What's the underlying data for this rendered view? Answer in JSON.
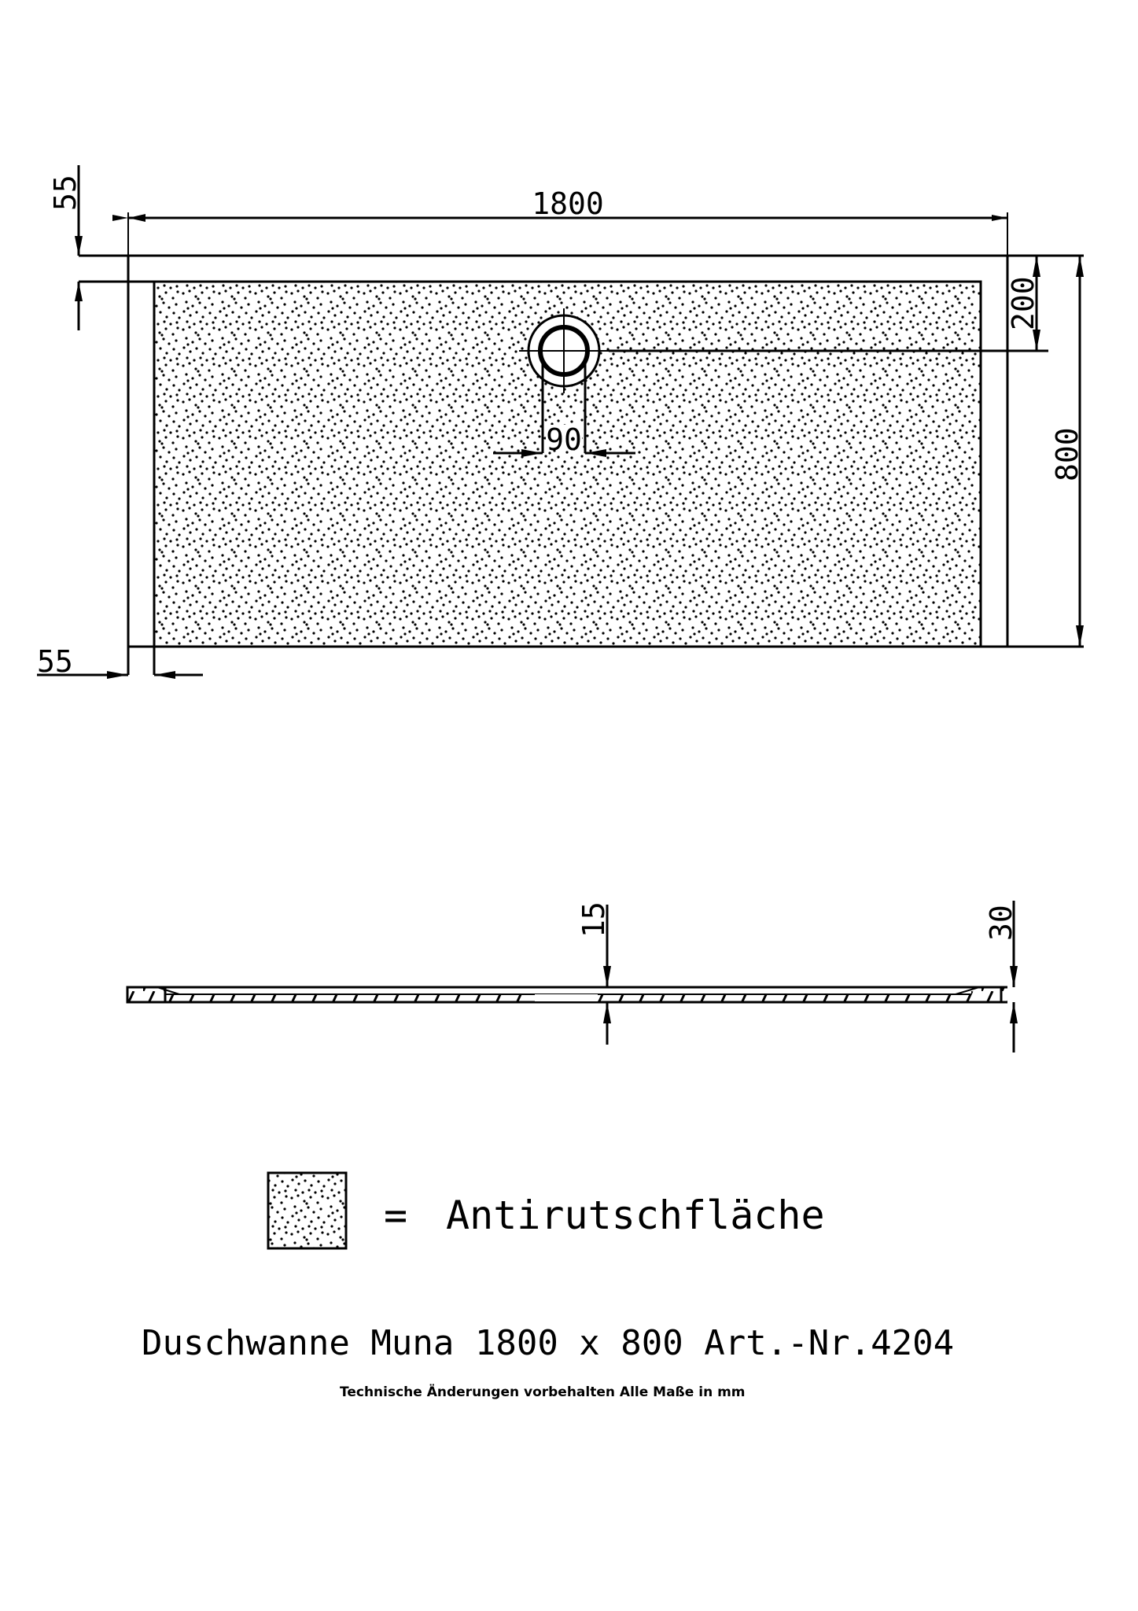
{
  "drawing": {
    "product_name": "Duschwanne Muna",
    "top_view": {
      "dimension_width": "1800",
      "dimension_depth": "800",
      "dimension_rim_top": "55",
      "dimension_rim_left": "55",
      "dimension_drain_offset": "200",
      "dimension_drain_diameter": "90"
    },
    "section_view": {
      "dimension_center_thickness": "15",
      "dimension_edge_height": "30"
    },
    "legend": {
      "symbol": "stipple-pattern",
      "equals": "=",
      "label": "Antirutschfläche"
    },
    "title_block": {
      "title": "Duschwanne Muna 1800 x 800 Art.-Nr.4204",
      "note": "Technische Änderungen vorbehalten  Alle Maße in mm"
    },
    "colors": {
      "line": "#000000",
      "background": "#ffffff"
    }
  }
}
